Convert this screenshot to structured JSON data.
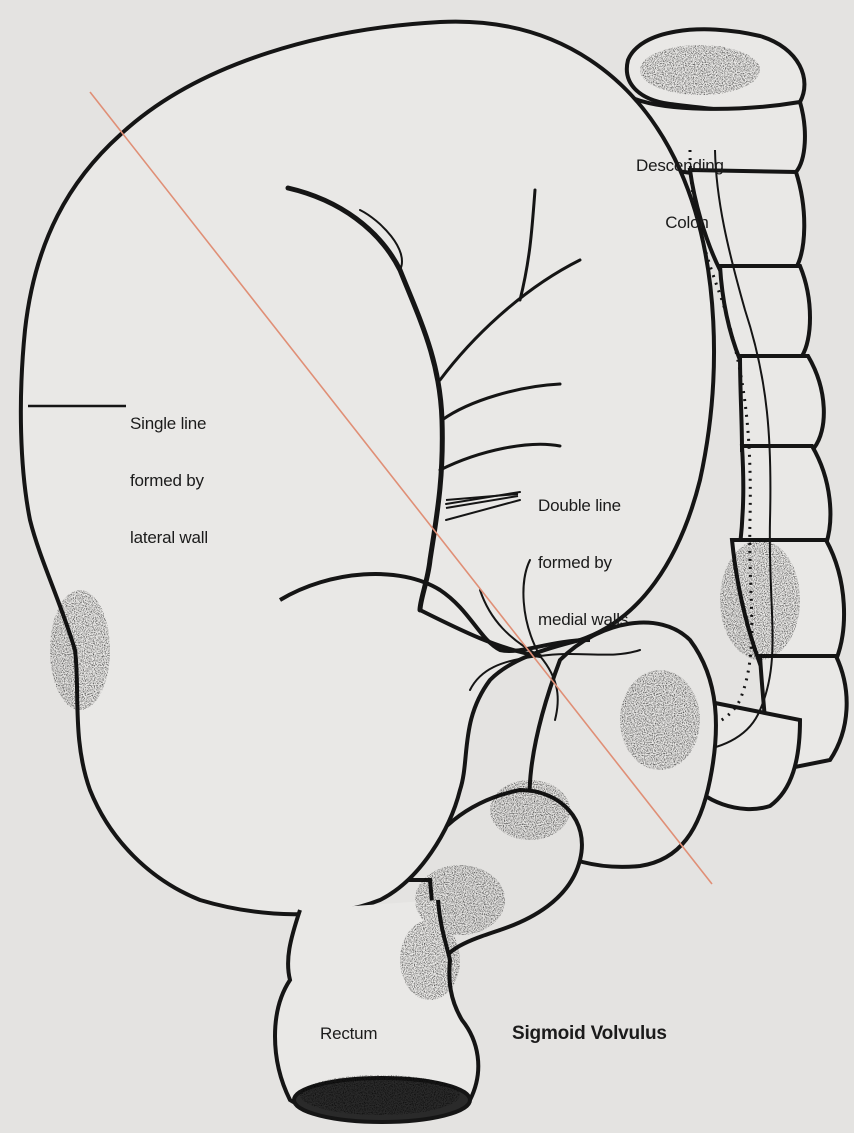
{
  "labels": {
    "descending_colon": [
      "Descending",
      "Colon"
    ],
    "single_line": [
      "Single line",
      "formed by",
      "lateral wall"
    ],
    "double_line": [
      "Double line",
      "formed by",
      "medial walls"
    ],
    "rectum": "Rectum",
    "title": "Sigmoid Volvulus"
  },
  "colors": {
    "background": "#e4e3e1",
    "ink": "#151515",
    "axis_line": "#e08f76"
  }
}
